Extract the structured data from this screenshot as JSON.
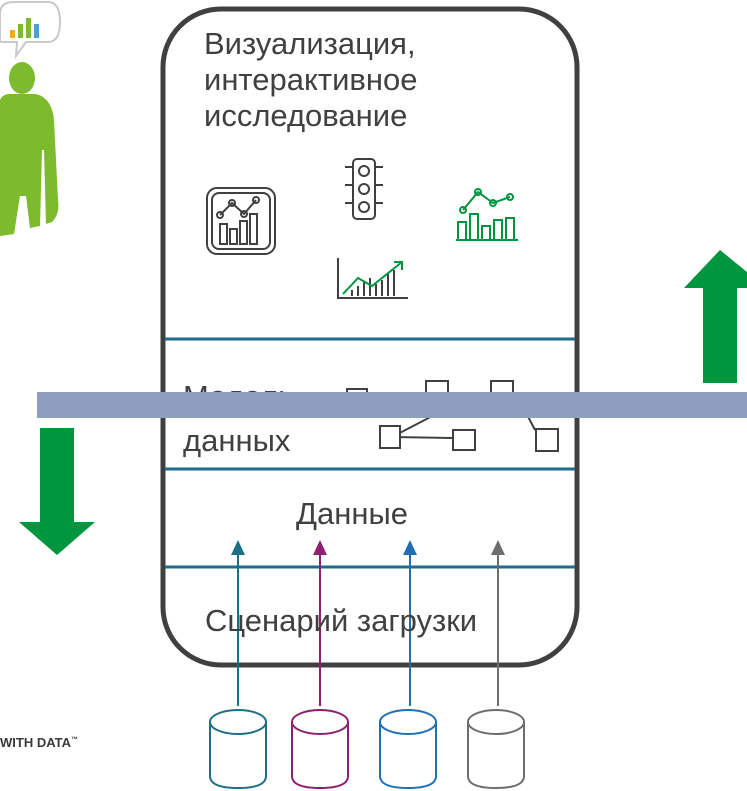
{
  "architecture": {
    "layers": {
      "visualization": "Визуализация, интерактивное исследование",
      "visualization_lines": [
        "Визуализация,",
        "интерактивное",
        "исследование"
      ],
      "model_lines": [
        "Модель",
        "данных"
      ],
      "data": "Данные",
      "load_script": "Сценарий загрузки"
    },
    "footer_fragment": "WITH DATA",
    "trademark": "™"
  },
  "icons": [
    "analytics-card-icon",
    "traffic-light-icon",
    "bar-line-chart-icon",
    "growth-chart-icon",
    "user-silhouette-icon",
    "chart-speech-bubble-icon",
    "database-icon"
  ],
  "colors": {
    "container_border": "#404040",
    "divider": "#1e6b8c",
    "band": "#8f9dbf",
    "arrow_green": "#00953f",
    "person_green": "#7dbb2e",
    "source_teal": "#1d6f84",
    "source_purple": "#8c2170",
    "source_blue": "#1f6fb5",
    "source_gray": "#6e6e6e"
  }
}
